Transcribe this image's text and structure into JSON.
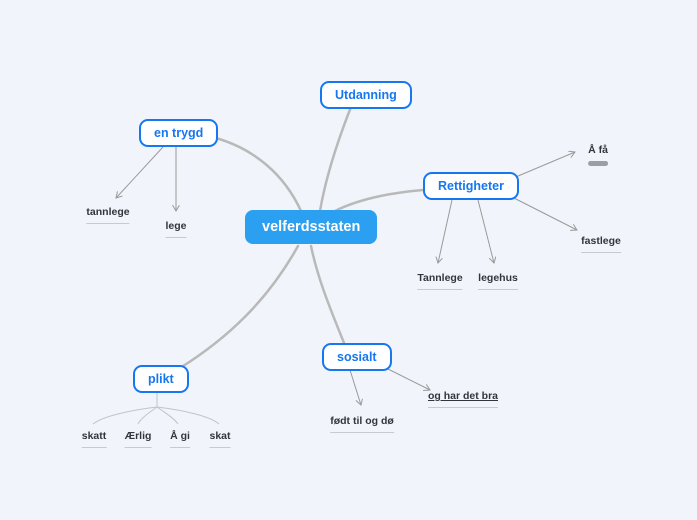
{
  "app": {
    "type": "mindmap",
    "background_color": "#f1f4fb",
    "edge_thick_color": "#b9b9b9",
    "edge_thin_color": "#9a9a9a",
    "edge_fan_color": "#c0c4cb",
    "accent_blue": "#1677f0",
    "center_fill": "#2b9ff0"
  },
  "center": {
    "label": "velferdsstaten"
  },
  "branches": [
    {
      "label": "Utdanning"
    },
    {
      "label": "en trygd"
    },
    {
      "label": "Rettigheter"
    },
    {
      "label": "sosialt"
    },
    {
      "label": "plikt"
    }
  ],
  "leaves": [
    {
      "label": "tannlege"
    },
    {
      "label": "lege"
    },
    {
      "label": "Å få",
      "highlighted": true
    },
    {
      "label": "fastlege"
    },
    {
      "label": "Tannlege"
    },
    {
      "label": "legehus"
    },
    {
      "label": "skatt"
    },
    {
      "label": "Ærlig"
    },
    {
      "label": "Å gi"
    },
    {
      "label": "skat"
    },
    {
      "label": "og har det bra",
      "underlined_text": true
    },
    {
      "label": "født til og dø"
    }
  ]
}
